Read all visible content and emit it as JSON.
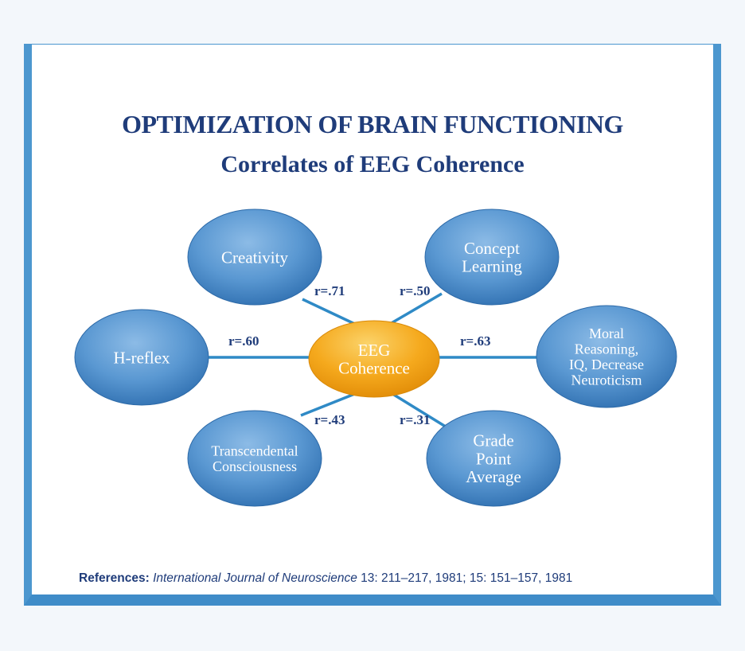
{
  "title": "OPTIMIZATION OF BRAIN FUNCTIONING",
  "subtitle": "Correlates of EEG Coherence",
  "center": {
    "lines": [
      "EEG",
      "Coherence"
    ],
    "color": "#f3a41b"
  },
  "node_color": "#3d7dbd",
  "line_color": "#2f8ac6",
  "nodes": [
    {
      "id": "creativity",
      "lines": [
        "Creativity"
      ],
      "r": "r=.71"
    },
    {
      "id": "concept-learning",
      "lines": [
        "Concept",
        "Learning"
      ],
      "r": "r=.50"
    },
    {
      "id": "h-reflex",
      "lines": [
        "H-reflex"
      ],
      "r": "r=.60"
    },
    {
      "id": "moral-reasoning",
      "lines": [
        "Moral",
        "Reasoning,",
        "IQ, Decrease",
        "Neuroticism"
      ],
      "r": "r=.63"
    },
    {
      "id": "transcendental-consciousness",
      "lines": [
        "Transcendental",
        "Consciousness"
      ],
      "r": "r=.43"
    },
    {
      "id": "grade-point-average",
      "lines": [
        "Grade",
        "Point",
        "Average"
      ],
      "r": "r=.31"
    }
  ],
  "references": {
    "label": "References:",
    "journal": "International Journal of Neuroscience",
    "citation": "13: 211–217, 1981; 15: 151–157, 1981"
  }
}
